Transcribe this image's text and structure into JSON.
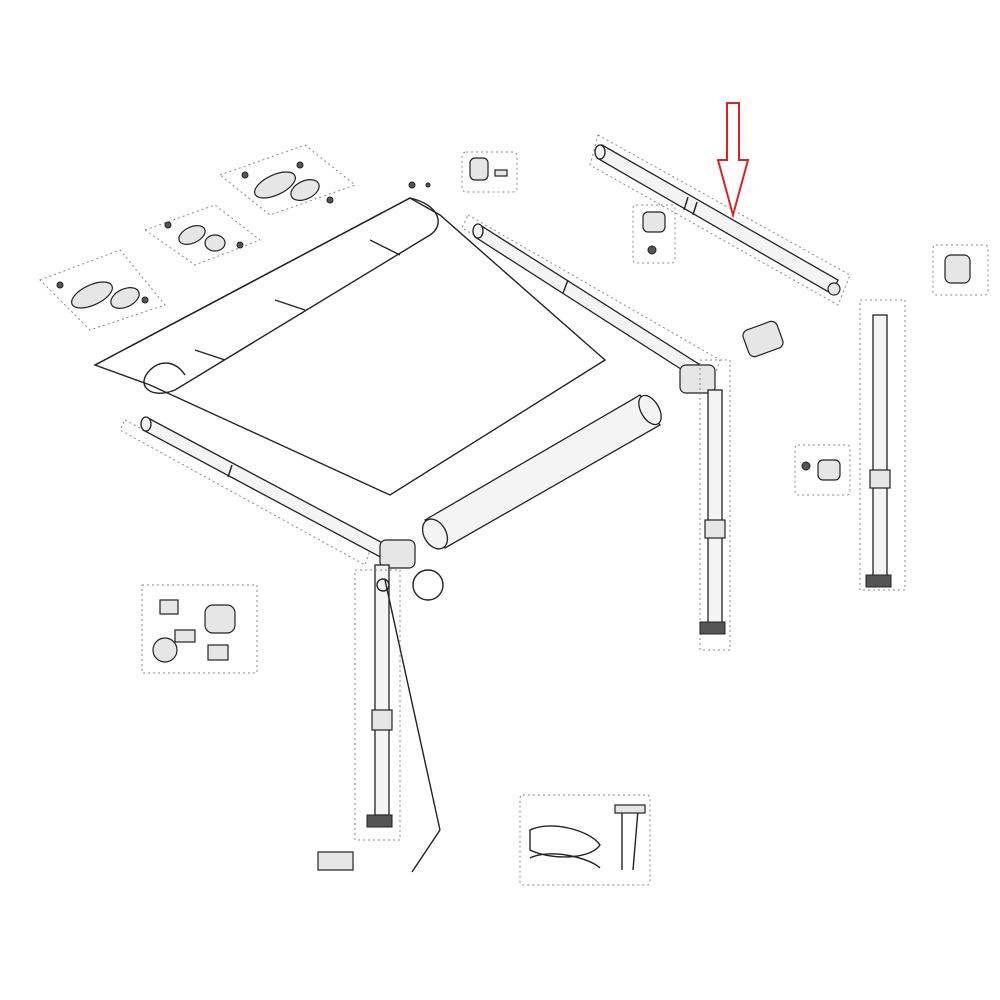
{
  "diagram": {
    "type": "exploded-parts-diagram",
    "subject": "awning",
    "colors": {
      "line": "#222222",
      "highlight_arrow": "#e02020",
      "background": "#ffffff"
    },
    "highlight_arrow": {
      "icon": "down-arrow-icon",
      "points_to": "top-right-arm-bar"
    }
  }
}
